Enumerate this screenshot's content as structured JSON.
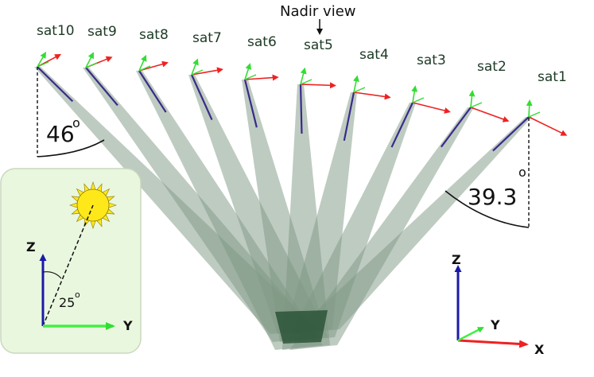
{
  "header": {
    "nadir_label": "Nadir view"
  },
  "satellites": [
    {
      "label": "sat10"
    },
    {
      "label": "sat9"
    },
    {
      "label": "sat8"
    },
    {
      "label": "sat7"
    },
    {
      "label": "sat6"
    },
    {
      "label": "sat5"
    },
    {
      "label": "sat4"
    },
    {
      "label": "sat3"
    },
    {
      "label": "sat2"
    },
    {
      "label": "sat1"
    }
  ],
  "angles": {
    "left": {
      "value": "46",
      "unit": "o"
    },
    "right": {
      "value": "39.3",
      "unit": "o"
    }
  },
  "sun_inset": {
    "z_label": "Z",
    "y_label": "Y",
    "angle_value": "25",
    "angle_unit": "o"
  },
  "axes_triad": {
    "z_label": "Z",
    "y_label": "Y",
    "x_label": "X"
  },
  "colors": {
    "beam": "#7e9884",
    "beam_core": "#1f4a2c",
    "x_axis": "#ee2222",
    "y_axis": "#33dd33",
    "z_axis": "#1a1aa8",
    "inset_bg": "#e9f7df",
    "inset_border": "#c9d8bd",
    "sun": "#ffe81a",
    "label": "#1d3a26"
  }
}
